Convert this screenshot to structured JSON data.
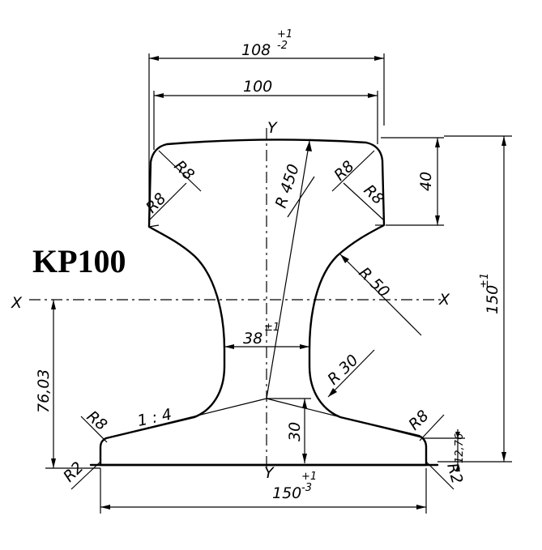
{
  "title": "KP100",
  "axes": {
    "x_axis": "X",
    "y_axis": "Y"
  },
  "dimensions": {
    "overall_head_width": "108",
    "overall_head_width_tol_upper": "+1",
    "overall_head_width_tol_lower": "-2",
    "head_width": "100",
    "head_height": "40",
    "total_height": "150",
    "total_height_tol": "±1",
    "web_thickness": "38",
    "web_thickness_tol": "±1",
    "neutral_axis_height": "76,03",
    "base_flange_height": "30",
    "foot_width": "150",
    "foot_width_tol_upper": "+1",
    "foot_width_tol_lower": "-3",
    "foot_edge_height": "12,76",
    "flange_slope": "1 : 4"
  },
  "radii": {
    "crown": "R 450",
    "upper_fillet": "R 50",
    "lower_fillet": "R 30",
    "head_corner_left_top": "R8",
    "head_corner_left_bottom": "R8",
    "head_corner_right_top": "R8",
    "head_corner_right_bottom": "R8",
    "foot_corner_left": "R8",
    "foot_corner_right": "R8",
    "foot_edge_left": "R2",
    "foot_edge_right": "R2"
  }
}
